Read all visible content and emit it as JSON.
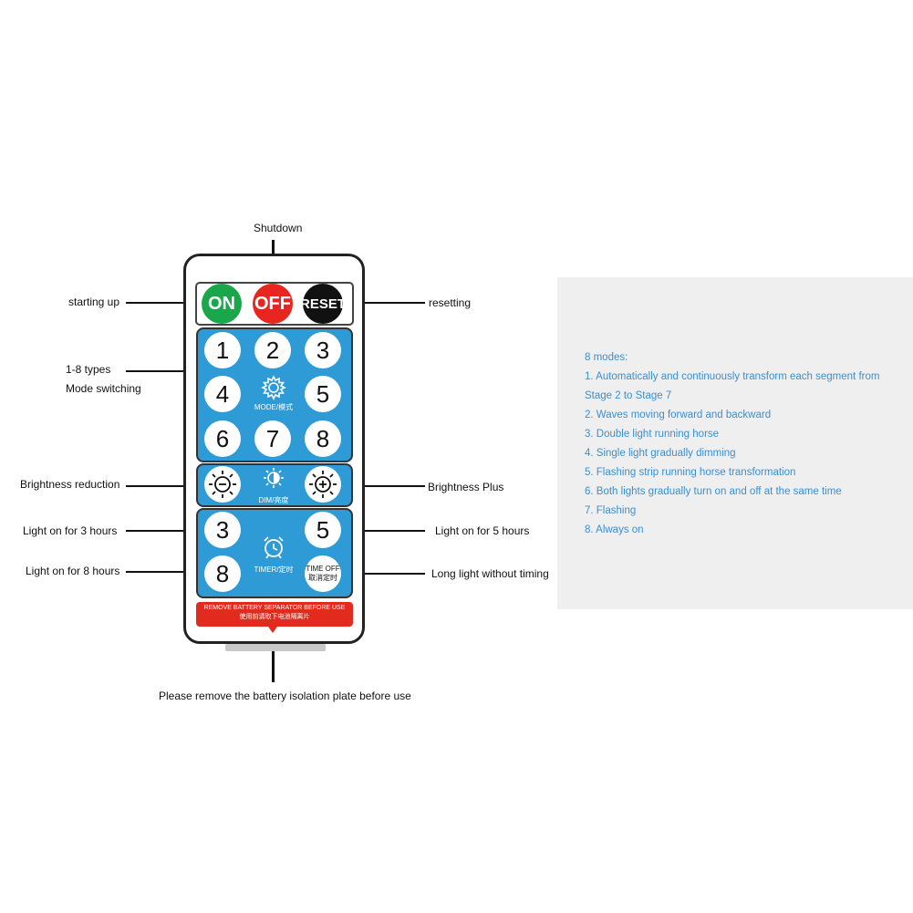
{
  "labels": {
    "shutdown": "Shutdown",
    "starting_up": "starting up",
    "resetting": "resetting",
    "types": "1-8 types",
    "mode_switching": "Mode switching",
    "brightness_reduction": "Brightness reduction",
    "brightness_plus": "Brightness Plus",
    "light_3h": "Light on for 3 hours",
    "light_5h": "Light on for 5 hours",
    "light_8h": "Light on for 8 hours",
    "long_light": "Long light without timing",
    "battery_note": "Please remove the battery isolation plate before use"
  },
  "remote": {
    "on": "ON",
    "off": "OFF",
    "reset": "RESET",
    "keys": [
      "1",
      "2",
      "3",
      "4",
      "5",
      "6",
      "7",
      "8"
    ],
    "mode_label": "MODE/模式",
    "dim_label": "DIM/亮度",
    "timer_keys": [
      "3",
      "5",
      "8"
    ],
    "timer_label": "TIMER/定时",
    "time_off_line1": "TIME OFF",
    "time_off_line2": "取消定时",
    "warning_line1": "REMOVE BATTERY SEPARATOR BEFORE USE",
    "warning_line2": "使用前请取下电池隔离片",
    "colors": {
      "panel": "#2e9bd6",
      "on": "#1aa64a",
      "off": "#e8251e",
      "reset": "#111111",
      "warning": "#e22b1f"
    }
  },
  "modes": {
    "heading": "8 modes:",
    "lines": [
      "1. Automatically and continuously transform each segment from",
      "Stage 2 to Stage 7",
      "2. Waves moving forward and backward",
      "3. Double light running horse",
      "4. Single light gradually dimming",
      "5. Flashing strip running horse transformation",
      "6. Both lights gradually turn on and off at the same time",
      "7. Flashing",
      "8. Always on"
    ],
    "text_color": "#3a8fd1"
  }
}
